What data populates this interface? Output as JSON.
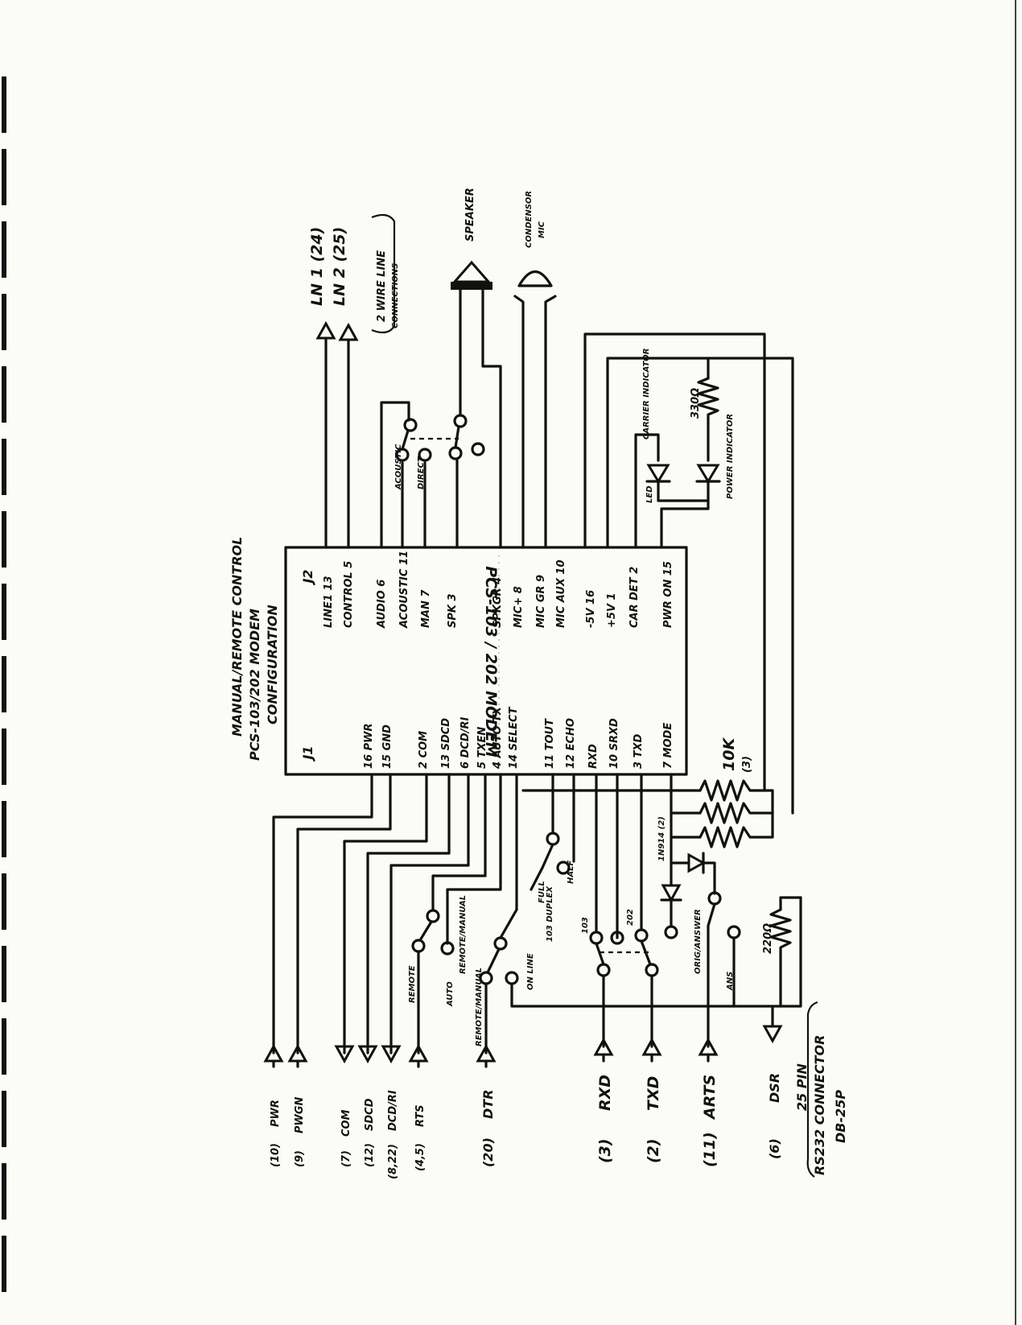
{
  "title": {
    "line1": "MANUAL/REMOTE CONTROL",
    "line2": "PCS-103/202 MODEM",
    "line3": "CONFIGURATION"
  },
  "chip": {
    "name": "PCS-103 / 202 MODEM",
    "j1": "J1",
    "j2": "J2",
    "j1_pins": [
      "16 PWR",
      "15 GND",
      "2 COM",
      "13 SDCD",
      "6 DCD/RI",
      "5 TXEN",
      "4 AUTO TX",
      "14 SELECT",
      "11 TOUT",
      "12 ECHO",
      "RXD",
      "10 SRXD",
      "3 TXD",
      "7 MODE"
    ],
    "j2_pins": [
      "LINE1 13",
      "CONTROL 5",
      "AUDIO 6",
      "ACOUSTIC 11",
      "MAN 7",
      "SPK 3",
      "SPKGR 4",
      "MIC+ 8",
      "MIC GR 9",
      "MIC AUX 10",
      "-5V 16",
      "+5V 1",
      "CAR DET 2",
      "PWR ON 15"
    ]
  },
  "line": {
    "ln1": "LN 1 (24)",
    "ln2": "LN 2 (25)",
    "note1": "2 WIRE LINE",
    "note2": "CONNECTIONS"
  },
  "speaker": "SPEAKER",
  "mic": {
    "line1": "CONDENSOR",
    "line2": "MIC"
  },
  "switches": {
    "acoustic": "ACOUSTIC",
    "direct": "DIRECT",
    "remote": "REMOTE",
    "auto": "AUTO",
    "remote_manual": "REMOTE/MANUAL",
    "on_line": "ON LINE",
    "full": "FULL",
    "half": "HALF",
    "duplex": "103 DUPLEX",
    "s103": "103",
    "s202": "202",
    "orig_answer": "ORIG/ANSWER",
    "ans": "ANS",
    "ant_diode": "1N914 (2)"
  },
  "leds": {
    "carrier": "CARRIER INDICATOR",
    "power": "POWER INDICATOR",
    "led": "LED",
    "r330": "330Ω"
  },
  "resistors": {
    "r10k": "10K",
    "r10k_qty": "(3)",
    "r220": "220Ω"
  },
  "rs232": {
    "signals": [
      {
        "pin": "(10)",
        "name": "PWR"
      },
      {
        "pin": "(9)",
        "name": "PWGN"
      },
      {
        "pin": "(7)",
        "name": "COM"
      },
      {
        "pin": "(12)",
        "name": "SDCD"
      },
      {
        "pin": "(8,22)",
        "name": "DCD/RI"
      },
      {
        "pin": "(4,5)",
        "name": "RTS"
      },
      {
        "pin": "(20)",
        "name": "DTR"
      },
      {
        "pin": "(3)",
        "name": "RXD"
      },
      {
        "pin": "(2)",
        "name": "TXD"
      },
      {
        "pin": "(11)",
        "name": "ARTS"
      },
      {
        "pin": "(6)",
        "name": "DSR"
      }
    ],
    "connector1": "25 PIN",
    "connector2": "RS232 CONNECTOR",
    "connector3": "DB-25P"
  }
}
